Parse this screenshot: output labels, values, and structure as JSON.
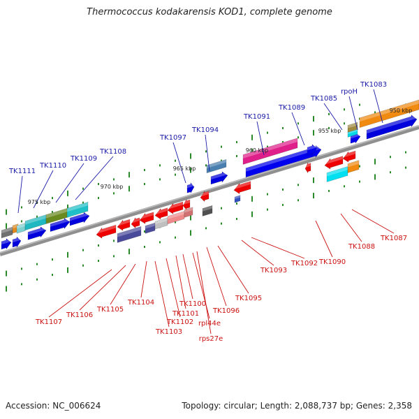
{
  "title": "Thermococcus kodakarensis KOD1, complete genome",
  "accession": "Accession: NC_006624",
  "topology": "Topology: circular; Length: 2,088,737 bp; Genes: 2,358",
  "scale_labels": [
    "975 kbp",
    "970 kbp",
    "965 kbp",
    "960 kbp",
    "955 kbp",
    "950 kbp"
  ],
  "top_labels": [
    "TK1111",
    "TK1110",
    "TK1109",
    "TK1108",
    "TK1097",
    "TK1094",
    "TK1091",
    "TK1089",
    "TK1085",
    "rpoH",
    "TK1083"
  ],
  "bottom_labels": [
    "TK1107",
    "TK1106",
    "TK1105",
    "TK1104",
    "TK1103",
    "TK1102",
    "TK1101",
    "TK1100",
    "rpl44e",
    "rps27e",
    "TK1096",
    "TK1095",
    "TK1093",
    "TK1092",
    "TK1090",
    "TK1088",
    "TK1087"
  ],
  "colors": {
    "forward_label": "#1a1aa8",
    "reverse_label": "#cc1111",
    "backbone": "#8a8a8a",
    "tick": "#2a8a2a"
  }
}
